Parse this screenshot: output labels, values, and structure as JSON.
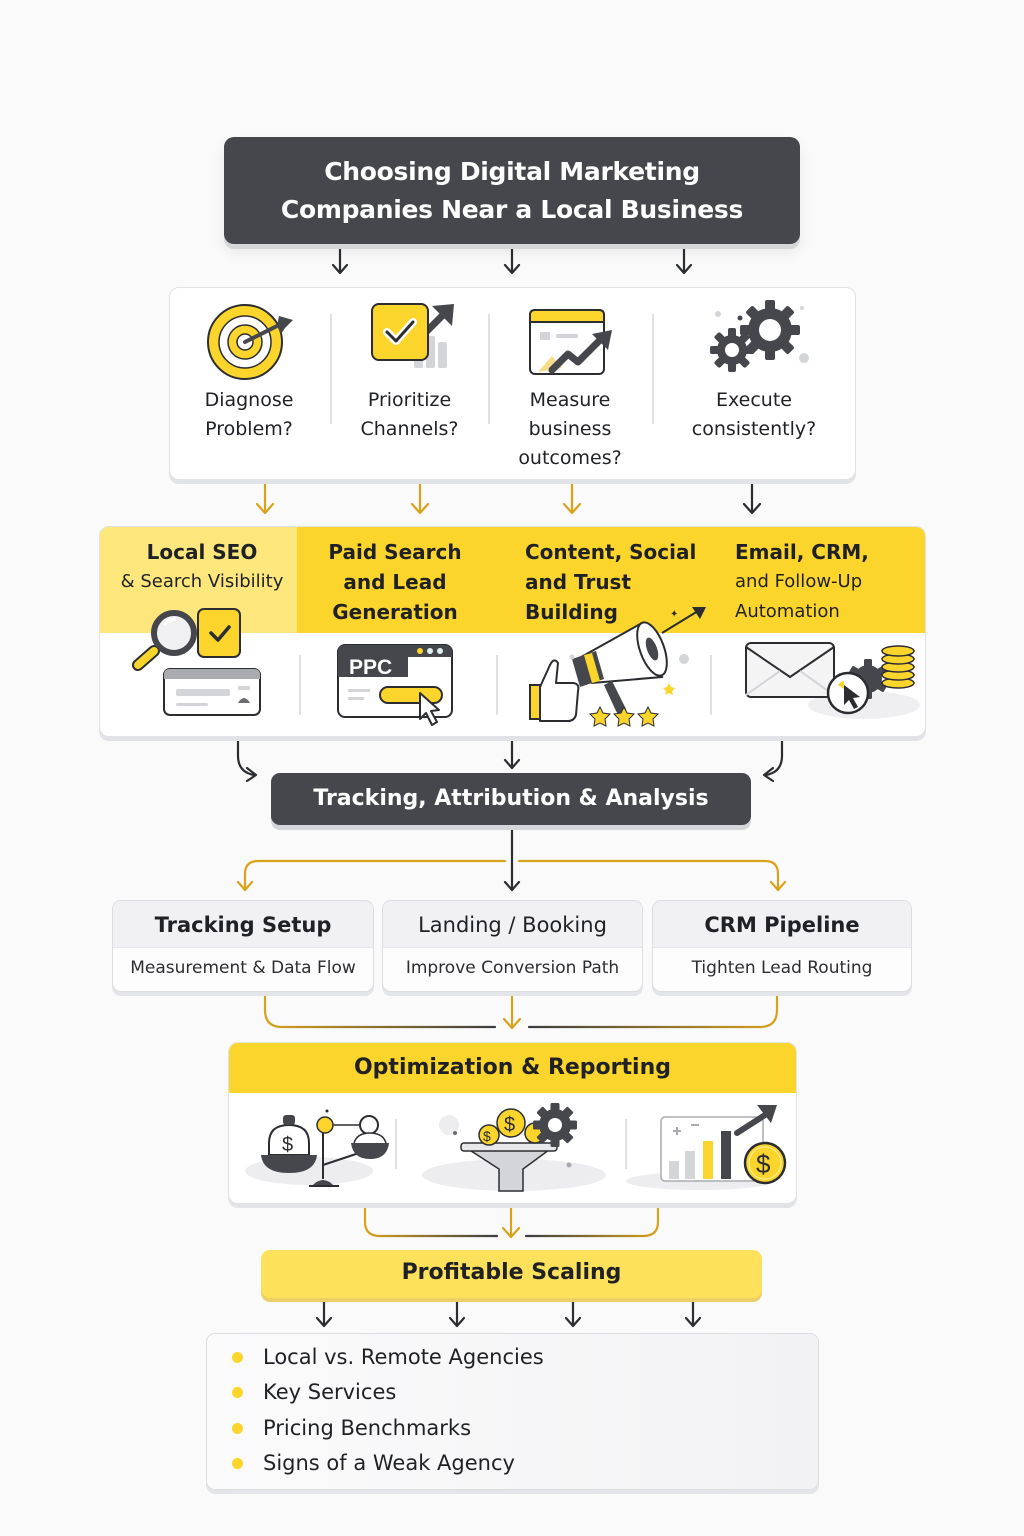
{
  "colors": {
    "accent_yellow": "#fcd52c",
    "light_yellow": "#fde77c",
    "dark_box": "#45474c",
    "arrow_gold": "#d9a21b",
    "arrow_dark": "#2b2d31"
  },
  "title": {
    "line1": "Choosing Digital Marketing",
    "line2": "Companies Near a Local Business"
  },
  "questions": [
    {
      "icon": "target-dart-icon",
      "line1": "Diagnose",
      "line2": "Problem?",
      "line3": ""
    },
    {
      "icon": "checkbox-growth-icon",
      "line1": "Prioritize",
      "line2": "Channels?",
      "line3": ""
    },
    {
      "icon": "dashboard-trend-icon",
      "line1": "Measure",
      "line2": "business",
      "line3": "outcomes?"
    },
    {
      "icon": "gears-icon",
      "line1": "Execute",
      "line2": "consistently?",
      "line3": ""
    }
  ],
  "channels": [
    {
      "icon": "seo-magnifier-icon",
      "title": "Local SEO",
      "subtitle": "& Search Visibility"
    },
    {
      "icon": "ppc-browser-icon",
      "line1": "Paid Search",
      "line2": "and Lead",
      "line3": "Generation",
      "ppc_label": "PPC"
    },
    {
      "icon": "megaphone-thumbs-up-icon",
      "line1": "Content, Social",
      "line2": "and Trust",
      "line3": "Building"
    },
    {
      "icon": "email-crm-icon",
      "line1": "Email, CRM,",
      "line2": "and Follow-Up",
      "line3": "Automation"
    }
  ],
  "tracking": {
    "title": "Tracking, Attribution & Analysis"
  },
  "sub_steps": [
    {
      "title": "Tracking Setup",
      "description": "Measurement & Data Flow"
    },
    {
      "title": "Landing / Booking",
      "description": "Improve Conversion Path"
    },
    {
      "title": "CRM Pipeline",
      "description": "Tighten Lead Routing"
    }
  ],
  "optimization": {
    "title": "Optimization & Reporting",
    "icons": [
      "budget-scale-icon",
      "money-funnel-icon",
      "revenue-chart-icon"
    ]
  },
  "scaling": {
    "title": "Profitable Scaling"
  },
  "topics": [
    "Local vs. Remote Agencies",
    "Key Services",
    "Pricing Benchmarks",
    "Signs of a Weak Agency"
  ]
}
